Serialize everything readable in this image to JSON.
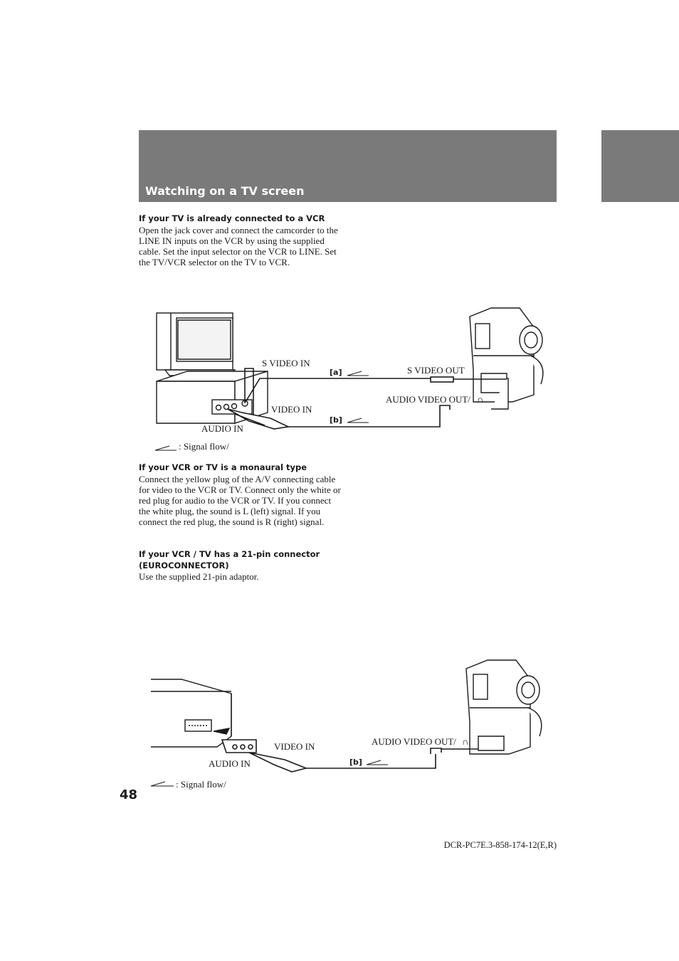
{
  "header": {
    "title": "Watching on a TV screen"
  },
  "sections": [
    {
      "heading": "If your TV is already connected to a VCR",
      "body": "Open the jack cover and connect the camcorder to the LINE IN inputs on the VCR by using the supplied cable.  Set the input selector on the VCR to LINE.  Set the TV/VCR selector on the TV to VCR."
    },
    {
      "heading": "If your VCR or TV is a monaural type",
      "body": "Connect the yellow plug of the A/V connecting cable for video to the VCR or TV.  Connect only the white or red plug for audio to the VCR or TV. If you connect the white plug, the sound is L (left) signal.  If you connect the red plug, the sound is R (right) signal."
    },
    {
      "heading": "If your VCR / TV has a 21-pin connector (EUROCONNECTOR)",
      "body": "Use the supplied 21-pin adaptor."
    }
  ],
  "diagram1": {
    "s_video_in": "S VIDEO IN",
    "s_video_out": "S VIDEO OUT",
    "video_in": "VIDEO IN",
    "audio_in": "AUDIO IN",
    "audio_video_out": "AUDIO VIDEO OUT/",
    "tag_a": "[a]",
    "tag_b": "[b]",
    "legend": ": Signal flow/"
  },
  "diagram2": {
    "video_in": "VIDEO IN",
    "audio_in": "AUDIO IN",
    "audio_video_out": "AUDIO VIDEO OUT/",
    "tag_b": "[b]",
    "legend": ":  Signal flow/"
  },
  "footer": {
    "page_number": "48",
    "model_code": "DCR-PC7E.3-858-174-12(E,R)"
  }
}
